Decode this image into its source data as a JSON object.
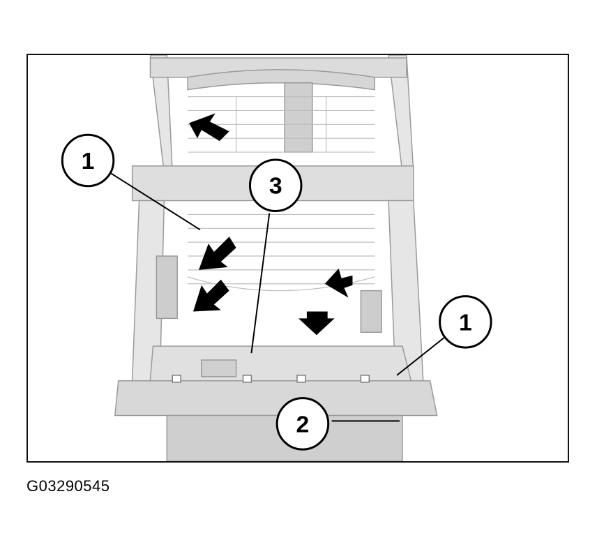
{
  "figure": {
    "code": "G03290545",
    "callouts": [
      {
        "label": "1"
      },
      {
        "label": "3"
      },
      {
        "label": "1"
      },
      {
        "label": "2"
      }
    ],
    "colors": {
      "frame_fill": "#e4e4e4",
      "frame_stroke": "#9a9a9a",
      "arrow": "#000000",
      "border": "#111111"
    }
  }
}
